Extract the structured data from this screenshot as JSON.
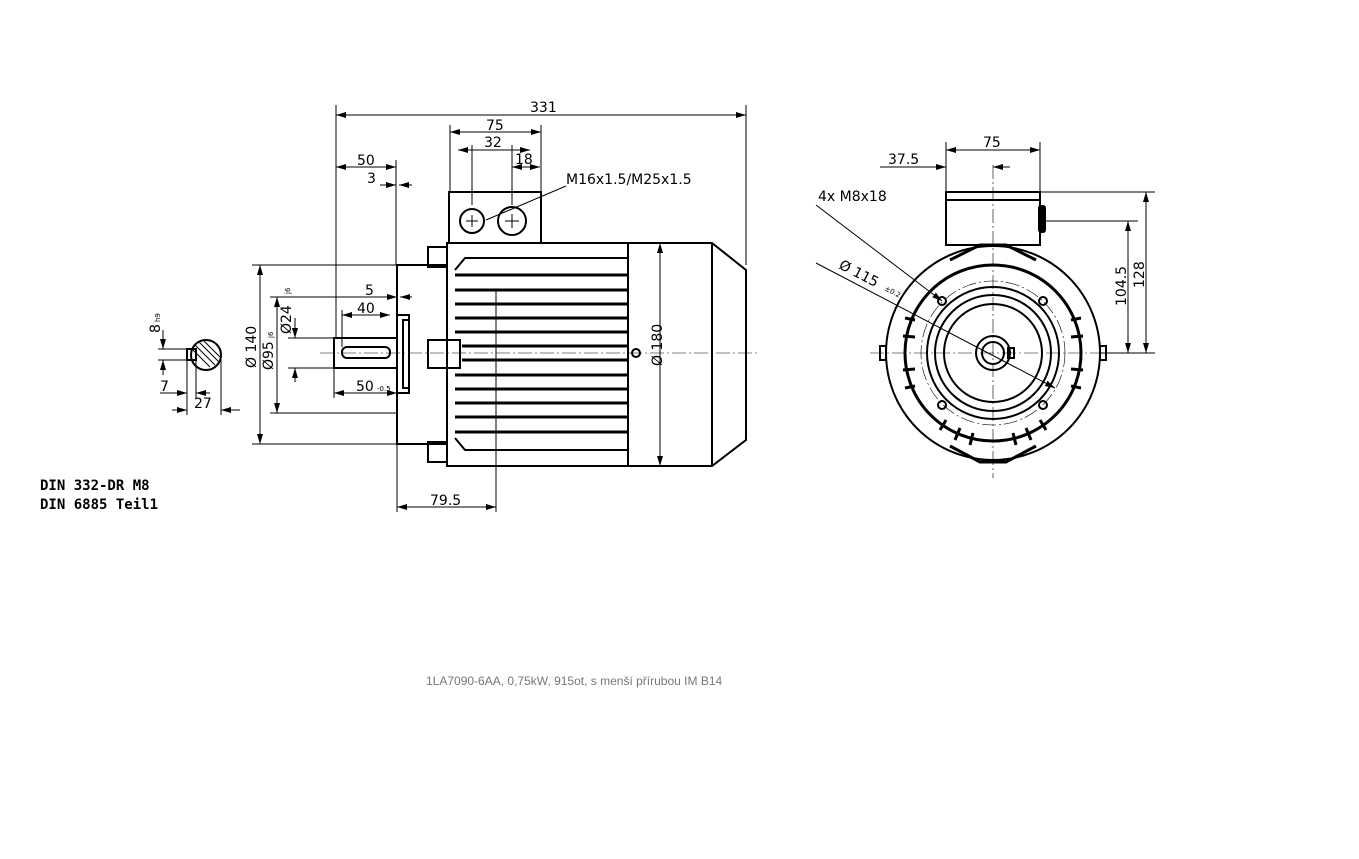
{
  "dimensions": {
    "overall_length": "331",
    "terminal_box_width": "75",
    "gland_spacing": "32",
    "gland_offset": "18",
    "cable_glands": "M16x1.5/M25x1.5",
    "shaft_to_flange": "50",
    "flange_thickness": "3",
    "flange_dia": "Ø 140",
    "spigot_dia": "Ø95",
    "spigot_tol": "j6",
    "shaft_dia": "Ø24",
    "shaft_tol": "j6",
    "spigot_depth": "5",
    "key_length": "40",
    "shaft_length": "50",
    "shaft_length_tol": "-0.5",
    "key_width": "8",
    "key_width_tol": "h9",
    "key_depth": "7",
    "shaft_key_height": "27",
    "body_dia": "Ø 180",
    "box_position": "79.5",
    "front_box_width": "75",
    "front_box_offset": "37.5",
    "bolt_holes": "4x  M8x18",
    "bolt_circle": "Ø  115",
    "bolt_circle_tol": "±0.2",
    "box_height_a": "104.5",
    "box_height_b": "128"
  },
  "standards": [
    "DIN 332-DR M8",
    "DIN 6885 Teil1"
  ],
  "caption": "1LA7090-6AA,  0,75kW, 915ot, s menší přírubou IM B14"
}
